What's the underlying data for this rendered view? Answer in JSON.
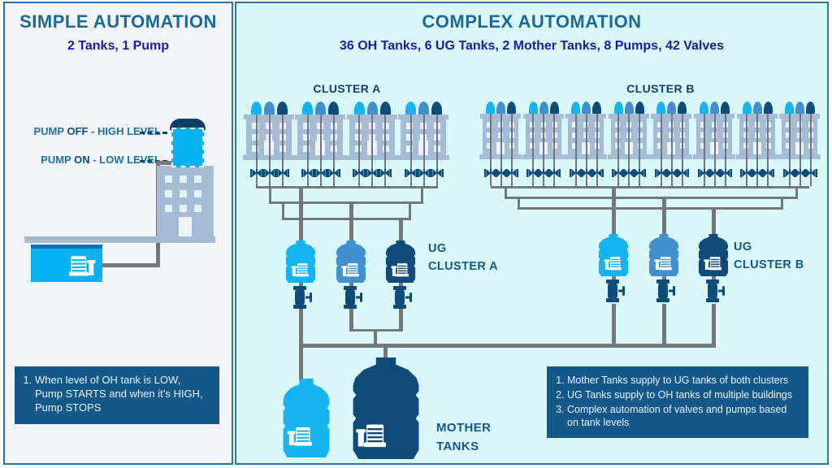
{
  "left_panel": {
    "title": "SIMPLE AUTOMATION",
    "subtitle": "2 Tanks, 1 Pump",
    "pump_off": {
      "pre": "PUMP ",
      "bold": "OFF",
      "post": " - HIGH LEVEL"
    },
    "pump_on": {
      "pre": "PUMP ",
      "bold": "ON",
      "post": " - LOW LEVEL"
    },
    "note_items": [
      "When level of OH tank is LOW, Pump STARTS and when it’s HIGH, Pump STOPS"
    ]
  },
  "right_panel": {
    "title": "COMPLEX AUTOMATION",
    "subtitle": "36 OH Tanks, 6 UG Tanks, 2 Mother Tanks, 8 Pumps, 42 Valves",
    "clusters": [
      {
        "label": "CLUSTER A",
        "buildings": 4,
        "tanks_per_building": 3
      },
      {
        "label": "CLUSTER B",
        "buildings": 8,
        "tanks_per_building": 3
      }
    ],
    "ug_cluster_a": {
      "line1": "UG",
      "line2": "CLUSTER A"
    },
    "ug_cluster_b": {
      "line1": "UG",
      "line2": "CLUSTER B"
    },
    "mother_tanks": {
      "line1": "MOTHER",
      "line2": "TANKS"
    },
    "note_items": [
      "Mother Tanks supply to UG tanks of both clusters",
      "UG Tanks supply to OH tanks of multiple buildings",
      "Complex automation of valves and pumps based on tank levels"
    ]
  },
  "colors": {
    "tank_cyan": "#12b4f1",
    "tank_blue": "#4090cf",
    "tank_navy": "#0f4c79",
    "valve": "#0d4c7a",
    "pipe": "#75767a",
    "building": "#a6bcd4",
    "note_bg": "#14588a",
    "title": "#1b6a96",
    "subtitle": "#1c1caa",
    "panel_border": "#2e74a6",
    "left_bg": "#f1f4f8",
    "right_bg": "#d9f6f9"
  }
}
